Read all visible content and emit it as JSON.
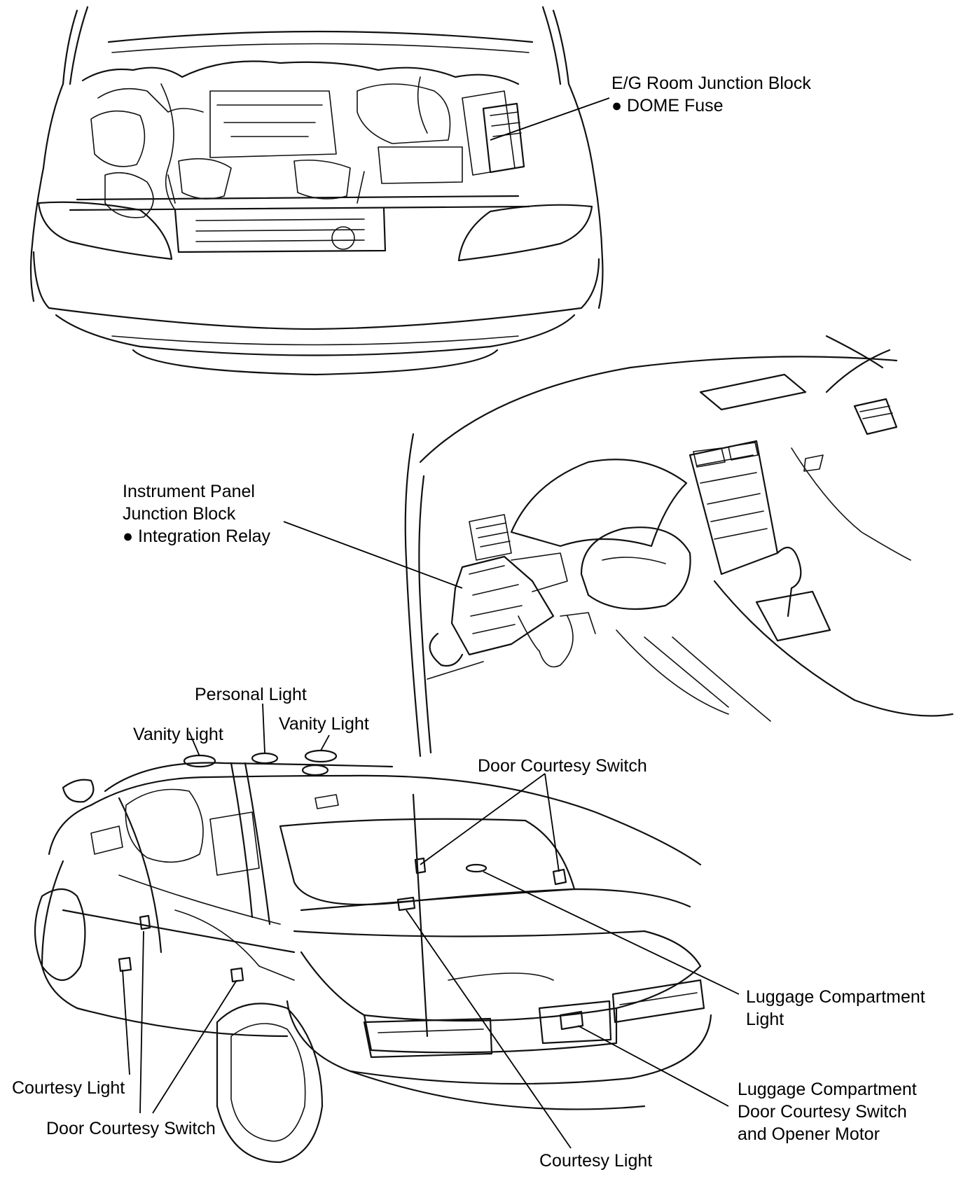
{
  "labels": {
    "eg_block": {
      "line1": "E/G Room Junction Block",
      "line2": "DOME Fuse"
    },
    "ip_block": {
      "line1": "Instrument Panel",
      "line2": "Junction Block",
      "line3": "Integration Relay"
    },
    "personal_light": "Personal Light",
    "vanity_light_left": "Vanity Light",
    "vanity_light_right": "Vanity Light",
    "door_courtesy_switch_rear": "Door Courtesy Switch",
    "luggage_light": {
      "line1": "Luggage Compartment",
      "line2": "Light"
    },
    "luggage_switch": {
      "line1": "Luggage Compartment",
      "line2": "Door Courtesy Switch",
      "line3": "and Opener Motor"
    },
    "courtesy_light_left": "Courtesy Light",
    "door_courtesy_switch_front": "Door Courtesy Switch",
    "courtesy_light_bottom": "Courtesy Light"
  },
  "icons": {
    "bullet": "filled-circle"
  }
}
